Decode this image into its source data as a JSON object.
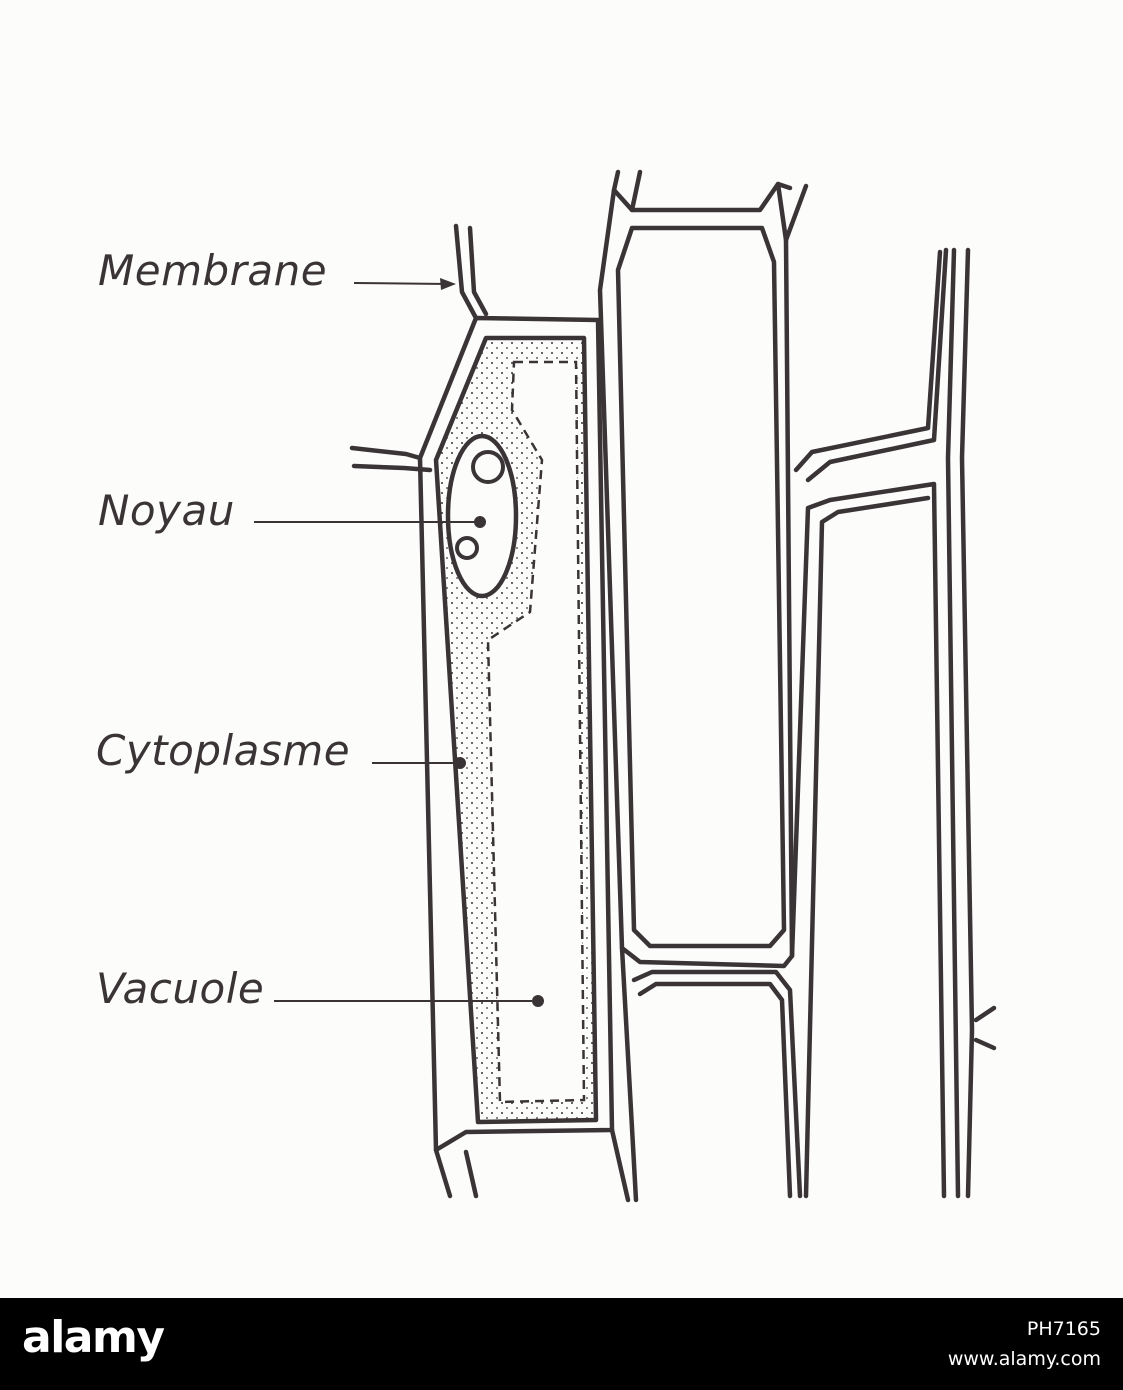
{
  "labels": {
    "membrane": "Membrane",
    "noyau": "Noyau",
    "cytoplasme": "Cytoplasme",
    "vacuole": "Vacuole"
  },
  "watermark": {
    "logo": "alamy",
    "image_id": "PH7165",
    "url": "www.alamy.com"
  },
  "colors": {
    "ink": "#3a3437",
    "paper": "#fcfcfb",
    "footer": "#000000"
  }
}
